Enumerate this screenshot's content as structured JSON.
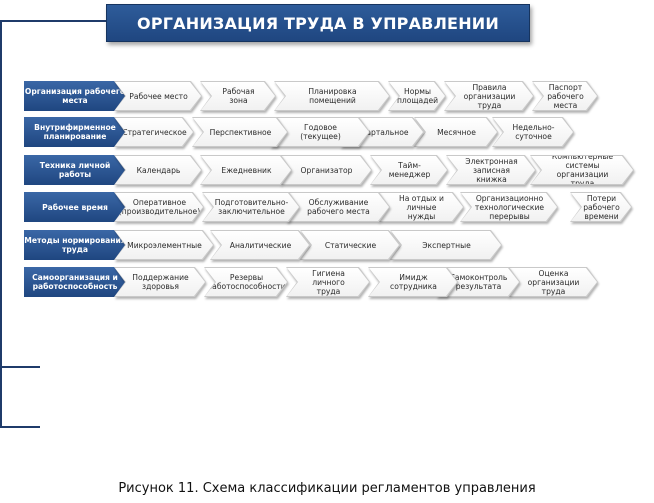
{
  "title": "ОРГАНИЗАЦИЯ ТРУДА В УПРАВЛЕНИИ",
  "caption": "Рисунок 11. Схема классификации регламентов управления",
  "colors": {
    "category_fill": "#1f4680",
    "bracket": "#1f3b6a",
    "item_border": "#c9c9c9"
  },
  "rows": [
    {
      "category": "Организация рабочего места",
      "items": [
        "Рабочее место",
        "Рабочая зона",
        "Планировка помещений",
        "Нормы площадей",
        "Правила организации труда",
        "Паспорт рабочего места"
      ]
    },
    {
      "category": "Внутрифирменное планирование",
      "items": [
        "Стратегическое",
        "Перспективное",
        "Годовое (текущее)",
        "Квартальное",
        "Месячное",
        "Недельно-суточное"
      ]
    },
    {
      "category": "Техника личной работы",
      "items": [
        "Календарь",
        "Ежедневник",
        "Организатор",
        "Тайм-менеджер",
        "Электронная записная книжка",
        "Компьютерные системы организации труда"
      ]
    },
    {
      "category": "Рабочее время",
      "items": [
        "Оперативное (производительное)",
        "Подготовительно-заключительное",
        "Обслуживание рабочего места",
        "На отдых и личные нужды",
        "Организационно технологические перерывы",
        "Потери рабочего времени"
      ]
    },
    {
      "category": "Методы нормирования труда",
      "items": [
        "Микроэлементные",
        "Аналитические",
        "Статические",
        "Экспертные"
      ]
    },
    {
      "category": "Самоорганизация и работоспособность",
      "items": [
        "Поддержание здоровья",
        "Резервы работоспособности",
        "Гигиена личного труда",
        "Имидж сотрудника",
        "Самоконтроль результата",
        "Оценка организации труда"
      ]
    }
  ]
}
